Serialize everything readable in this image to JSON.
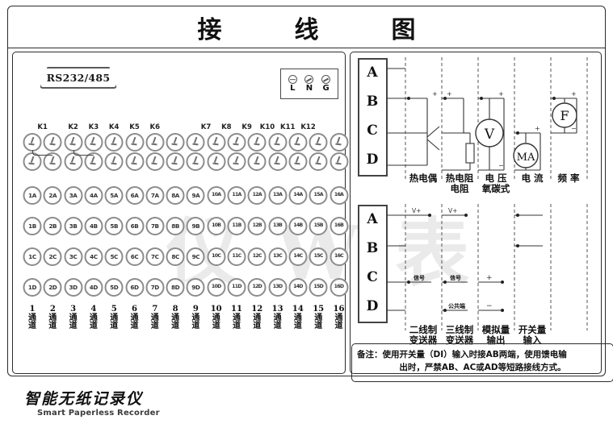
{
  "title": "接　线　图",
  "left_panel": {
    "rs232_label": "RS232/485",
    "power_block": {
      "terminals": [
        {
          "label": "L",
          "icon": "screw-slot-icon"
        },
        {
          "label": "N",
          "icon": "screw-slot-icon"
        },
        {
          "label": "G",
          "icon": "screw-slot-icon"
        }
      ]
    },
    "relay_labels": [
      "K1",
      "K2",
      "K3",
      "K4",
      "K5",
      "K6",
      "K7",
      "K8",
      "K9",
      "K10",
      "K11",
      "K12"
    ],
    "relay_label_columns": [
      1,
      4,
      6,
      8,
      10,
      12,
      17,
      19,
      21,
      23,
      25,
      27
    ],
    "relay_row_count": 2,
    "relay_terminals_per_row": 16,
    "terminal_rows": [
      {
        "suffix": "A",
        "labels": [
          "1A",
          "2A",
          "3A",
          "4A",
          "5A",
          "6A",
          "7A",
          "8A",
          "9A",
          "10A",
          "11A",
          "12A",
          "13A",
          "14A",
          "15A",
          "16A"
        ]
      },
      {
        "suffix": "B",
        "labels": [
          "1B",
          "2B",
          "3B",
          "4B",
          "5B",
          "6B",
          "7B",
          "8B",
          "9B",
          "10B",
          "11B",
          "12B",
          "13B",
          "14B",
          "15B",
          "16B"
        ]
      },
      {
        "suffix": "C",
        "labels": [
          "1C",
          "2C",
          "3C",
          "4C",
          "5C",
          "6C",
          "7C",
          "8C",
          "9C",
          "10C",
          "11C",
          "12C",
          "13C",
          "14C",
          "15C",
          "16C"
        ]
      },
      {
        "suffix": "D",
        "labels": [
          "1D",
          "2D",
          "3D",
          "4D",
          "5D",
          "6D",
          "7D",
          "8D",
          "9D",
          "10D",
          "11D",
          "12D",
          "13D",
          "14D",
          "15D",
          "16D"
        ]
      }
    ],
    "channels": [
      {
        "num": "1",
        "cjk1": "通",
        "cjk2": "道"
      },
      {
        "num": "2",
        "cjk1": "通",
        "cjk2": "道"
      },
      {
        "num": "3",
        "cjk1": "通",
        "cjk2": "道"
      },
      {
        "num": "4",
        "cjk1": "通",
        "cjk2": "道"
      },
      {
        "num": "5",
        "cjk1": "通",
        "cjk2": "道"
      },
      {
        "num": "6",
        "cjk1": "通",
        "cjk2": "道"
      },
      {
        "num": "7",
        "cjk1": "通",
        "cjk2": "道"
      },
      {
        "num": "8",
        "cjk1": "通",
        "cjk2": "道"
      },
      {
        "num": "9",
        "cjk1": "通",
        "cjk2": "道"
      },
      {
        "num": "10",
        "cjk1": "通",
        "cjk2": "道"
      },
      {
        "num": "11",
        "cjk1": "通",
        "cjk2": "道"
      },
      {
        "num": "12",
        "cjk1": "通",
        "cjk2": "道"
      },
      {
        "num": "13",
        "cjk1": "通",
        "cjk2": "道"
      },
      {
        "num": "14",
        "cjk1": "通",
        "cjk2": "道"
      },
      {
        "num": "15",
        "cjk1": "通",
        "cjk2": "道"
      },
      {
        "num": "16",
        "cjk1": "通",
        "cjk2": "道"
      }
    ]
  },
  "brand": {
    "cn": "智能无纸记录仪",
    "en": "Smart Paperless Recorder"
  },
  "right_panel": {
    "upper": {
      "terminal_block": [
        "A",
        "B",
        "C",
        "D"
      ],
      "columns": [
        {
          "id": "thermocouple",
          "line1": "热电偶",
          "line2": ""
        },
        {
          "id": "rtd",
          "line1": "热电阻",
          "line2": "电阻"
        },
        {
          "id": "voltage",
          "line1": "电 压",
          "line2": "氧碳式"
        },
        {
          "id": "current",
          "line1": "电 流",
          "line2": ""
        },
        {
          "id": "frequency",
          "line1": "频 率",
          "line2": ""
        }
      ],
      "meters": [
        {
          "id": "voltmeter",
          "symbol": "V"
        },
        {
          "id": "milliammeter",
          "symbol": "MA"
        },
        {
          "id": "frequency-meter",
          "symbol": "F"
        }
      ],
      "polarity_marks": [
        "+",
        "−"
      ]
    },
    "lower": {
      "terminal_block": [
        "A",
        "B",
        "C",
        "D"
      ],
      "columns": [
        {
          "id": "two-wire-transmitter",
          "line1": "二线制",
          "line2": "变送器"
        },
        {
          "id": "three-wire-transmitter",
          "line1": "三线制",
          "line2": "变送器"
        },
        {
          "id": "analog-output",
          "line1": "模拟量",
          "line2": "输出"
        },
        {
          "id": "digital-input",
          "line1": "开关量",
          "line2": "输入"
        }
      ],
      "inline_labels": {
        "vplus_1": "V+",
        "vplus_2": "V+",
        "signal_1": "信号",
        "signal_2": "信号",
        "common": "公共端",
        "plus": "+",
        "minus": "−"
      }
    }
  },
  "note": {
    "line1": "备注：使用开关量（DI）输入时接AB两端，使用馈电输",
    "line2": "出时，严禁AB、AC或AD等短路接线方式。"
  },
  "watermark": "仪 W 表",
  "colors": {
    "frame": "#2a2a2a",
    "terminal_ring": "#8c8c8c",
    "wire": "#333333",
    "divider": "#555555",
    "text": "#111111"
  }
}
